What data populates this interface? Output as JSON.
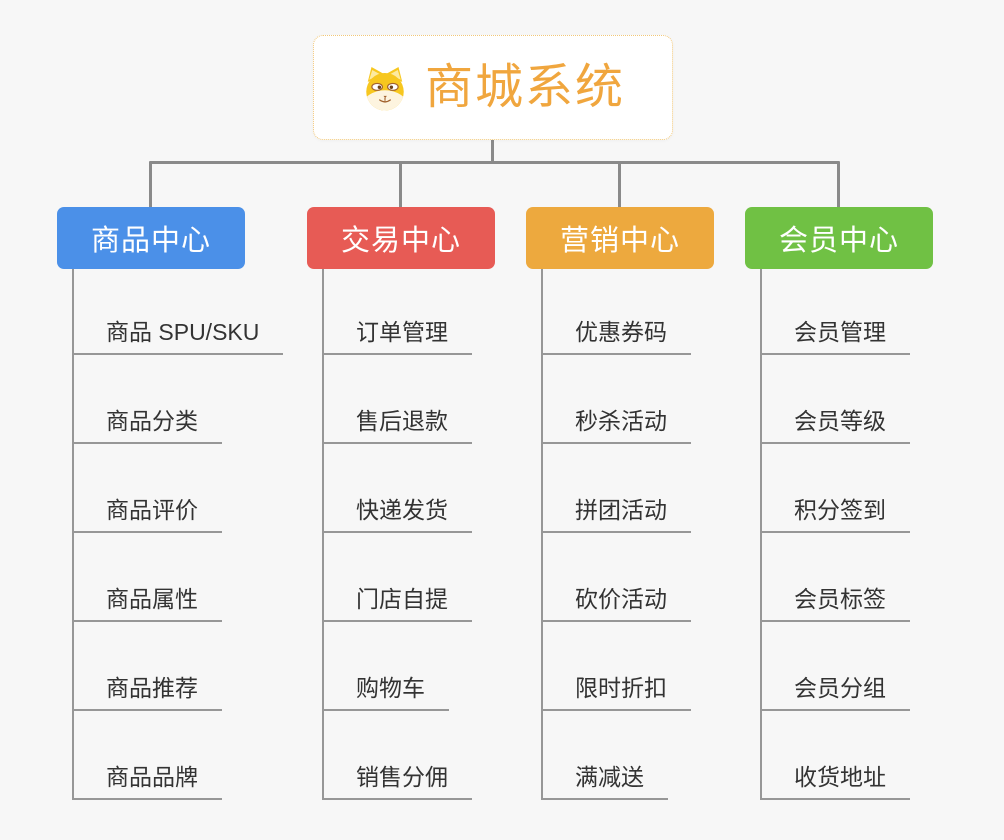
{
  "root": {
    "title": "商城系统",
    "icon": "doge-icon"
  },
  "branches": [
    {
      "id": "product-center",
      "label": "商品中心",
      "color": "#4b90e8",
      "items": [
        "商品 SPU/SKU",
        "商品分类",
        "商品评价",
        "商品属性",
        "商品推荐",
        "商品品牌"
      ]
    },
    {
      "id": "trade-center",
      "label": "交易中心",
      "color": "#e75b55",
      "items": [
        "订单管理",
        "售后退款",
        "快递发货",
        "门店自提",
        "购物车",
        "销售分佣"
      ]
    },
    {
      "id": "marketing-center",
      "label": "营销中心",
      "color": "#eda93e",
      "items": [
        "优惠券码",
        "秒杀活动",
        "拼团活动",
        "砍价活动",
        "限时折扣",
        "满减送"
      ]
    },
    {
      "id": "member-center",
      "label": "会员中心",
      "color": "#70c144",
      "items": [
        "会员管理",
        "会员等级",
        "积分签到",
        "会员标签",
        "会员分组",
        "收货地址"
      ]
    }
  ],
  "colors": {
    "background": "#f7f7f7",
    "connector": "#8a8a8a",
    "branch_line": "#979797",
    "root_title": "#f0a63e",
    "root_border": "#f2c879",
    "leaf_text": "#333333"
  }
}
